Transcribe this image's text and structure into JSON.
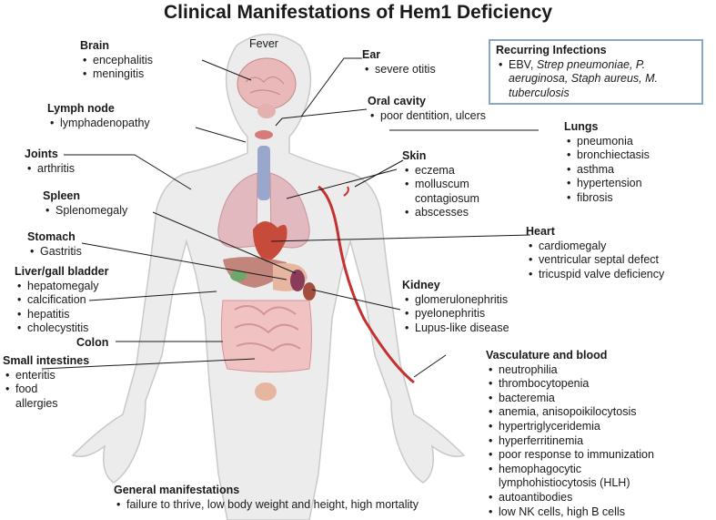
{
  "title": "Clinical Manifestations of Hem1 Deficiency",
  "fever_label": "Fever",
  "recurring": {
    "heading": "Recurring Infections",
    "items": [
      {
        "text": "EBV, ",
        "italic": false
      },
      {
        "text": "Strep pneumoniae, P. aeruginosa, Staph aureus, M. tuberculosis",
        "italic": true
      }
    ]
  },
  "brain": {
    "heading": "Brain",
    "items": [
      "encephalitis",
      "meningitis"
    ]
  },
  "lymph": {
    "heading": "Lymph node",
    "items": [
      "lymphadenopathy"
    ]
  },
  "joints": {
    "heading": "Joints",
    "items": [
      "arthritis"
    ]
  },
  "spleen": {
    "heading": "Spleen",
    "items": [
      "Splenomegaly"
    ]
  },
  "stomach": {
    "heading": "Stomach",
    "items": [
      "Gastritis"
    ]
  },
  "liver": {
    "heading": "Liver/gall bladder",
    "items": [
      "hepatomegaly",
      "calcification",
      "hepatitis",
      "cholecystitis"
    ]
  },
  "colon": {
    "heading": "Colon",
    "items": []
  },
  "small_int": {
    "heading": "Small intestines",
    "items": [
      "enteritis",
      "food allergies"
    ]
  },
  "ear": {
    "heading": "Ear",
    "items": [
      "severe otitis"
    ]
  },
  "oral": {
    "heading": "Oral cavity",
    "items": [
      "poor dentition, ulcers"
    ]
  },
  "lungs": {
    "heading": "Lungs",
    "items": [
      "pneumonia",
      "bronchiectasis",
      "asthma",
      "hypertension",
      "fibrosis"
    ]
  },
  "skin": {
    "heading": "Skin",
    "items": [
      "eczema",
      "molluscum contagiosum",
      "abscesses"
    ]
  },
  "heart": {
    "heading": "Heart",
    "items": [
      "cardiomegaly",
      "ventricular septal defect",
      "tricuspid valve deficiency"
    ]
  },
  "kidney": {
    "heading": "Kidney",
    "items": [
      "glomerulonephritis",
      "pyelonephritis",
      "Lupus-like disease"
    ]
  },
  "vasc": {
    "heading": "Vasculature and blood",
    "items": [
      "neutrophilia",
      "thrombocytopenia",
      "bacteremia",
      "anemia, anisopoikilocytosis",
      "hypertriglyceridemia",
      "hyperferritinemia",
      "poor response to immunization",
      "hemophagocytic lymphohistiocytosis (HLH)",
      "autoantibodies",
      "low NK cells, high B cells"
    ]
  },
  "general": {
    "heading": "General manifestations",
    "items": [
      "failure to thrive, low body weight and height, high mortality"
    ]
  }
}
